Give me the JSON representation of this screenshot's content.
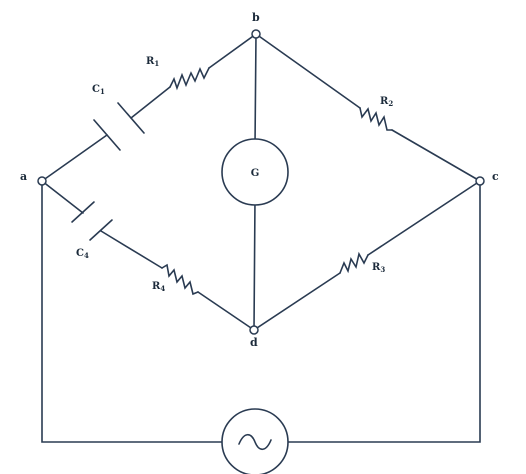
{
  "diagram": {
    "colors": {
      "wire": "#2a3b52",
      "text": "#1b2a3a",
      "background": "#ffffff"
    },
    "nodes": [
      {
        "id": "a",
        "label": "a"
      },
      {
        "id": "b",
        "label": "b"
      },
      {
        "id": "c",
        "label": "c"
      },
      {
        "id": "d",
        "label": "d"
      }
    ],
    "components": [
      {
        "id": "R1",
        "kind": "resistor",
        "letter": "R",
        "sub": "1",
        "between": [
          "a",
          "b"
        ]
      },
      {
        "id": "C1",
        "kind": "capacitor",
        "letter": "C",
        "sub": "1",
        "between": [
          "a",
          "b"
        ]
      },
      {
        "id": "R2",
        "kind": "resistor",
        "letter": "R",
        "sub": "2",
        "between": [
          "b",
          "c"
        ]
      },
      {
        "id": "R3",
        "kind": "resistor",
        "letter": "R",
        "sub": "3",
        "between": [
          "c",
          "d"
        ]
      },
      {
        "id": "R4",
        "kind": "resistor",
        "letter": "R",
        "sub": "4",
        "between": [
          "a",
          "d"
        ]
      },
      {
        "id": "C4",
        "kind": "capacitor",
        "letter": "C",
        "sub": "4",
        "between": [
          "a",
          "d"
        ]
      },
      {
        "id": "G",
        "kind": "galvanometer",
        "letter": "G",
        "between": [
          "b",
          "d"
        ]
      },
      {
        "id": "source",
        "kind": "ac-source",
        "icon": "sine-wave-icon",
        "between": [
          "a",
          "c"
        ]
      }
    ]
  }
}
